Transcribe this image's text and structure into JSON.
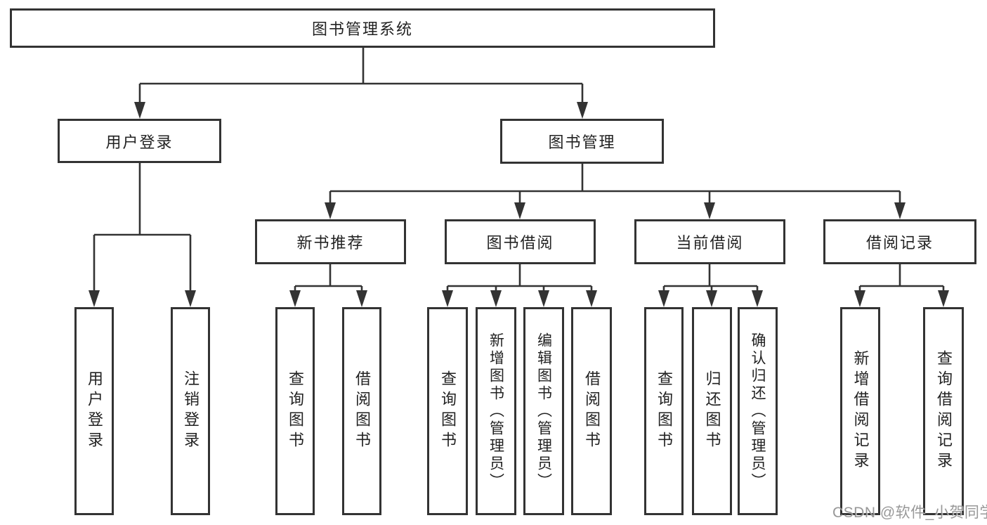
{
  "colors": {
    "line": "#333333",
    "box_border": "#333333",
    "text": "#222222",
    "background": "#ffffff",
    "watermark": "#8a8a8a"
  },
  "watermark": {
    "text": "CSDN @软件_小贺同学"
  },
  "tree": {
    "root": {
      "label": "图书管理系统"
    },
    "children": [
      {
        "label": "用户登录",
        "children": [
          {
            "label": "用户登录"
          },
          {
            "label": "注销登录"
          }
        ]
      },
      {
        "label": "图书管理",
        "children": [
          {
            "label": "新书推荐",
            "children": [
              {
                "label": "查询图书"
              },
              {
                "label": "借阅图书"
              }
            ]
          },
          {
            "label": "图书借阅",
            "children": [
              {
                "label": "查询图书"
              },
              {
                "label": "新增图书（管理员）"
              },
              {
                "label": "编辑图书（管理员）"
              },
              {
                "label": "借阅图书"
              }
            ]
          },
          {
            "label": "当前借阅",
            "children": [
              {
                "label": "查询图书"
              },
              {
                "label": "归还图书"
              },
              {
                "label": "确认归还（管理员）"
              }
            ]
          },
          {
            "label": "借阅记录",
            "children": [
              {
                "label": "新增借阅记录"
              },
              {
                "label": "查询借阅记录"
              }
            ]
          }
        ]
      }
    ]
  }
}
